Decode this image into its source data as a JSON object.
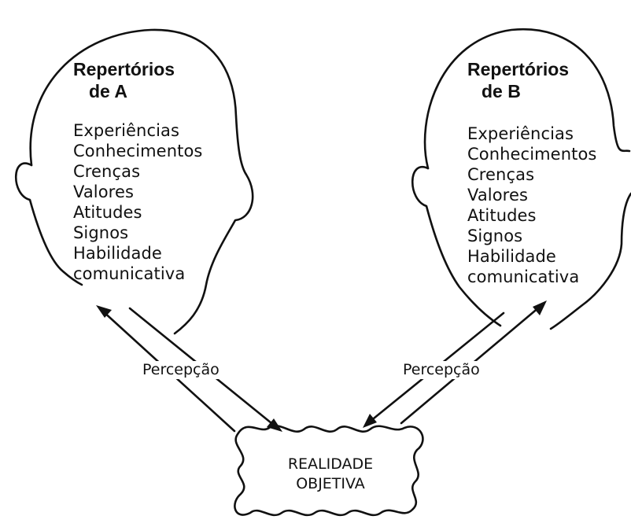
{
  "repertoire_a": {
    "title_line1": "Repertórios",
    "title_line2": "de  A",
    "items": [
      "Experiências",
      "Conhecimentos",
      "Crenças",
      "Valores",
      "Atitudes",
      "Signos",
      "Habilidade",
      "comunicativa"
    ]
  },
  "repertoire_b": {
    "title_line1": "Repertórios",
    "title_line2": "de  B",
    "items": [
      "Experiências",
      "Conhecimentos",
      "Crenças",
      "Valores",
      "Atitudes",
      "Signos",
      "Habilidade",
      "comunicativa"
    ]
  },
  "perception_label_left": "Percepção",
  "perception_label_right": "Percepção",
  "reality": {
    "line1": "REALIDADE",
    "line2": "OBJETIVA"
  }
}
